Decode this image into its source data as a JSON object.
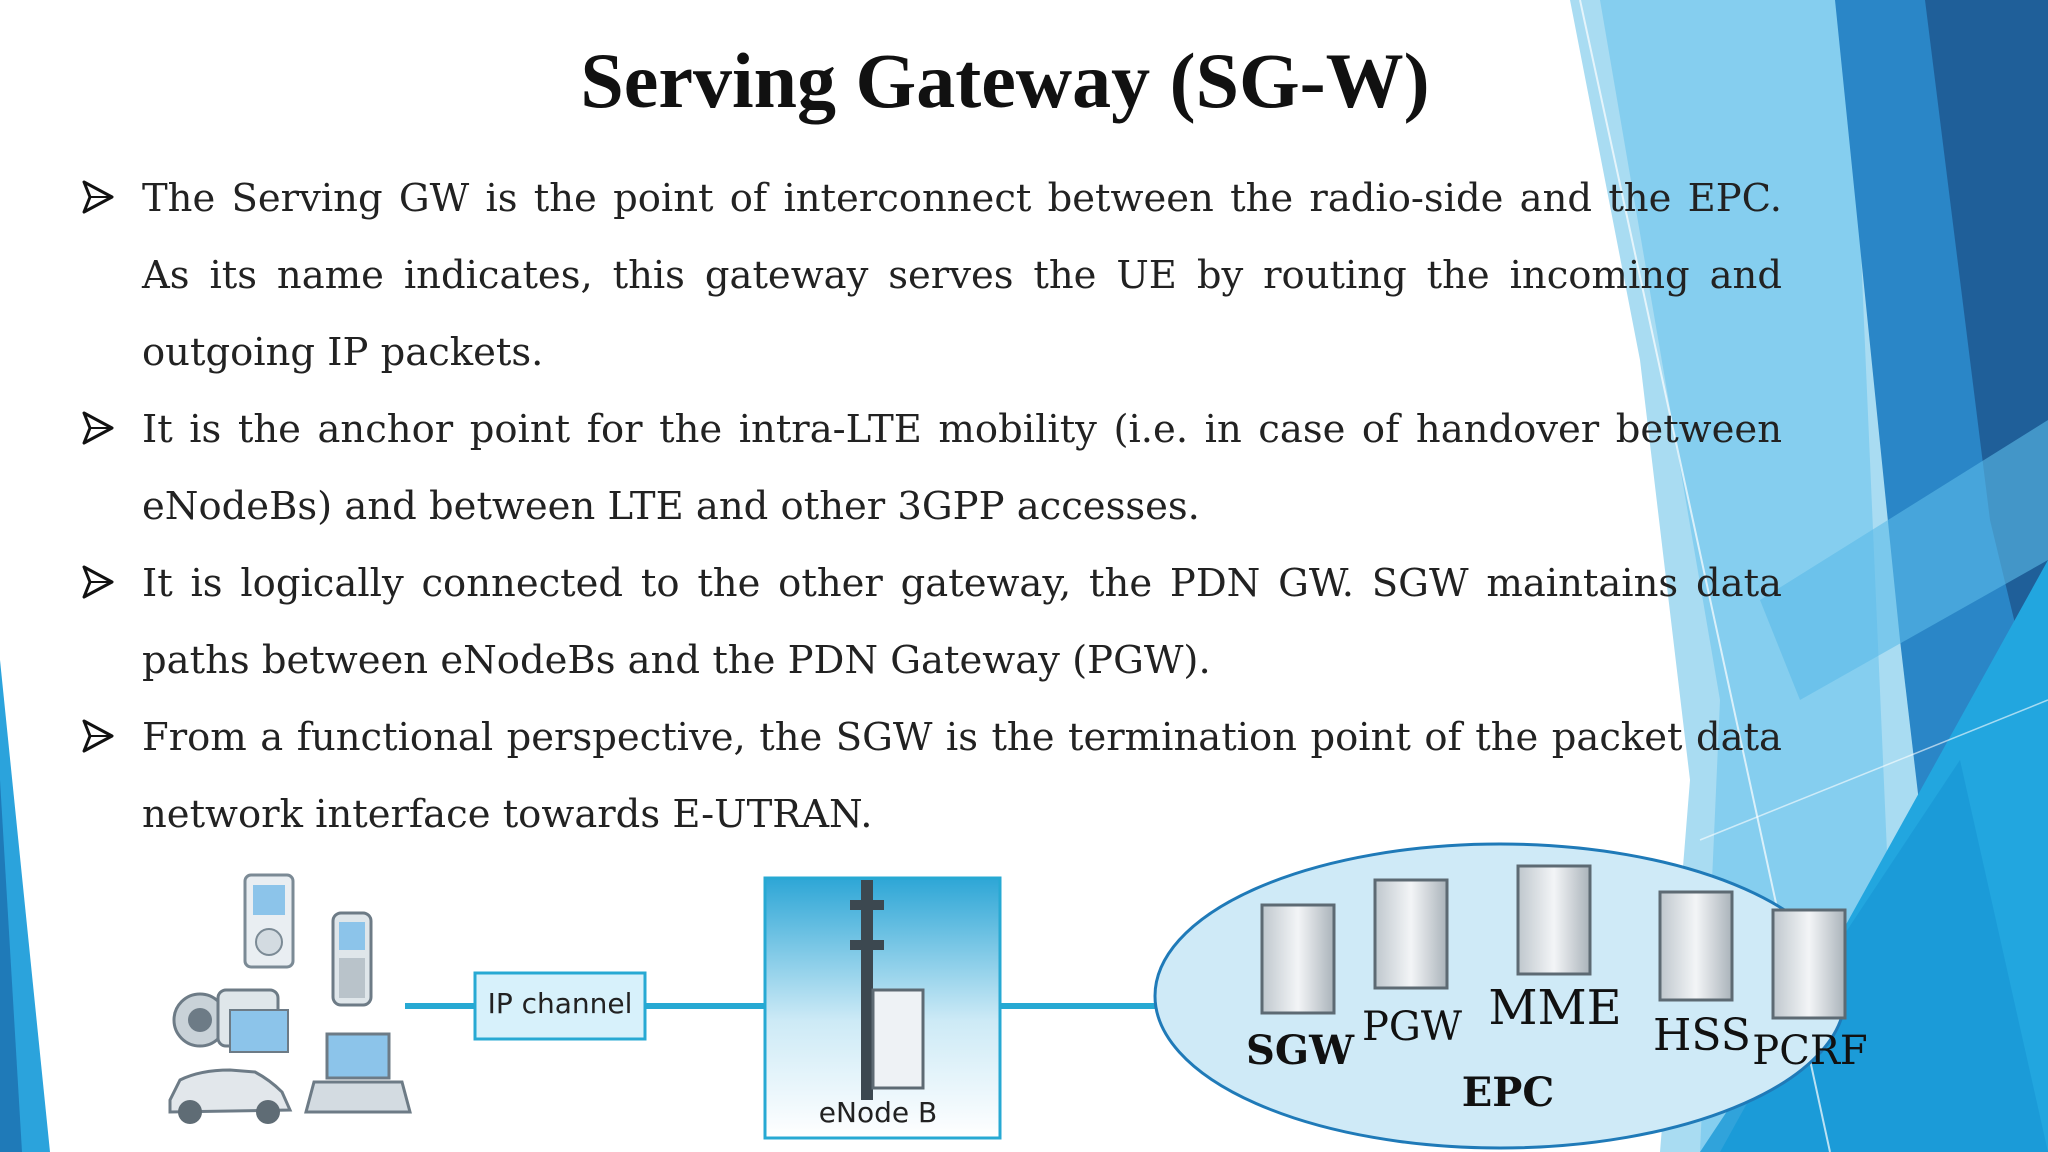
{
  "slide": {
    "title": "Serving Gateway (SG-W)",
    "bullets": [
      "The Serving GW is the point of interconnect between the radio-side and the EPC.  As its name indicates, this gateway serves the UE by routing the incoming and outgoing IP packets.",
      "It is the anchor point for the intra-LTE mobility (i.e. in case of handover between eNodeBs) and between LTE and other 3GPP accesses.",
      "It is logically connected to the other gateway, the PDN GW. SGW maintains data paths between eNodeBs and the PDN Gateway (PGW).",
      "From a functional perspective, the SGW is the termination point of the packet data network interface towards E-UTRAN."
    ]
  },
  "diagram": {
    "ip_channel_label": "IP channel",
    "enodeb_label": "eNode B",
    "epc_label": "EPC",
    "nodes": [
      "SGW",
      "PGW",
      "MME",
      "HSS",
      "PCRF"
    ],
    "devices": [
      "mp3-player",
      "mobile-phone",
      "video-camera",
      "laptop",
      "car"
    ]
  },
  "colors": {
    "accent_dark": "#1f6fa8",
    "accent_mid": "#2ba3dc",
    "accent_light": "#8fd3f0",
    "ellipse_fill": "#cfeaf7",
    "link": "#27a9d3"
  }
}
